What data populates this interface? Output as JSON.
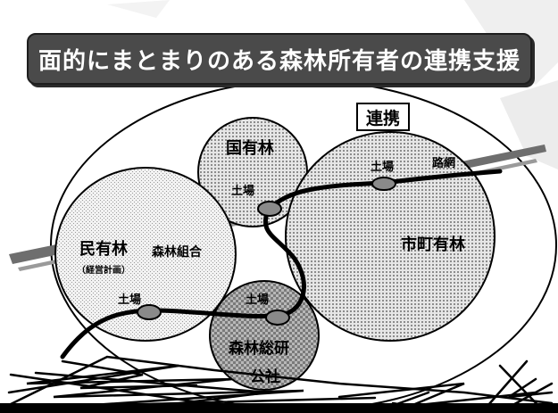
{
  "title": "面的にまとまりのある森林所有者の連携支援",
  "tag_label": "連携",
  "labels": {
    "national_forest": "国有林",
    "private_forest": "民有林",
    "private_forest_note": "（経営計画）",
    "forest_union": "森林組合",
    "municipal_forest": "市町有林",
    "forest_corp_line1": "森林総研",
    "forest_corp_line2": "公社",
    "landing_1": "土場",
    "landing_2": "土場",
    "landing_3": "土場",
    "landing_4": "土場",
    "road_network": "路網"
  },
  "colors": {
    "title_bg": "#4a4a4a",
    "circle_fill": "#cfcfcf",
    "circle_stroke": "#000000",
    "landing_fill": "#8a8a8a"
  }
}
